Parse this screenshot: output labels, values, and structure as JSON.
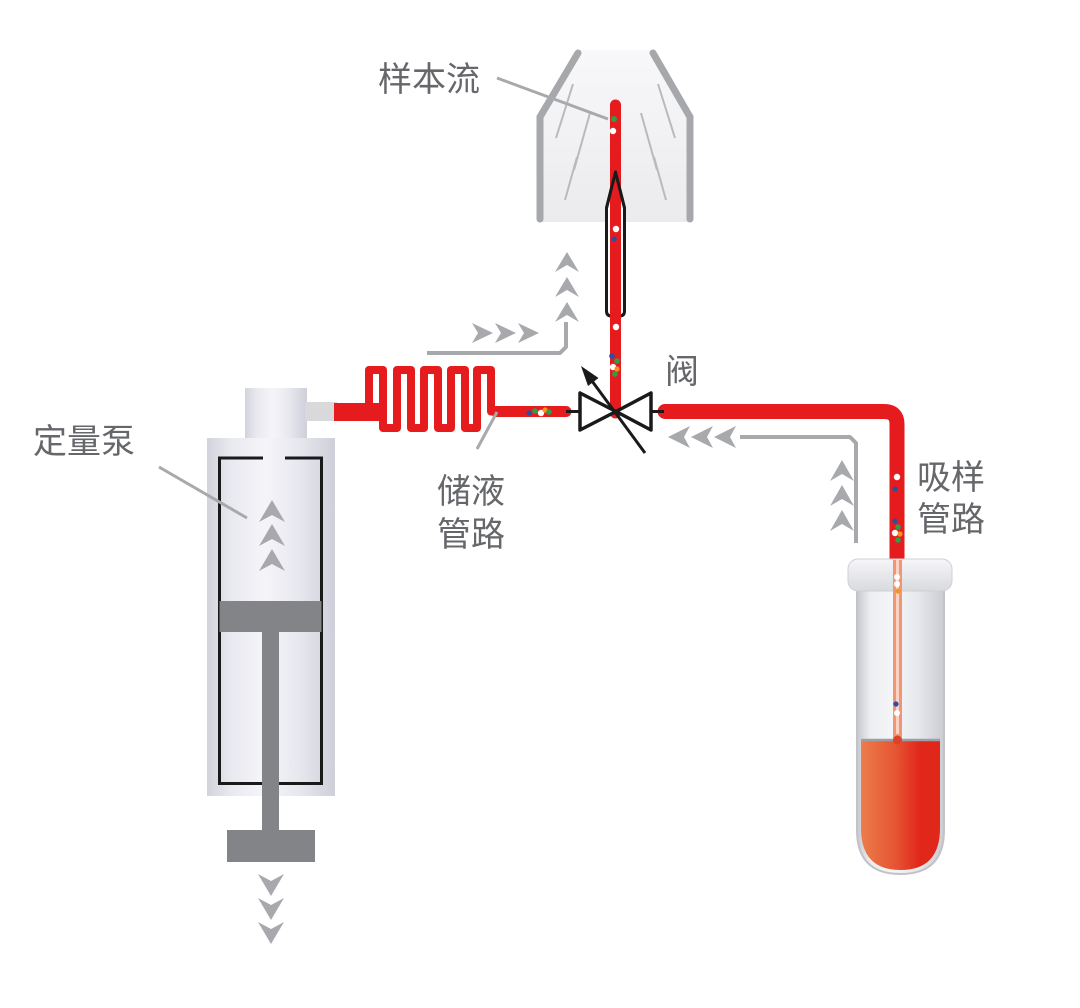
{
  "diagram": {
    "type": "fluidics-schematic",
    "labels": {
      "sample_stream": "样本流",
      "metering_pump": "定量泵",
      "reservoir_line": [
        "储液",
        "管路"
      ],
      "valve": "阀",
      "aspiration_line": [
        "吸样",
        "管路"
      ]
    },
    "components": [
      "flow-cell-nozzle",
      "sample-injector-needle",
      "three-way-valve",
      "reservoir-coil-tubing",
      "metering-syringe-pump",
      "aspiration-tubing",
      "sample-test-tube-with-blood",
      "sample-probe"
    ],
    "flow_arrows": {
      "coil_to_nozzle": "three right arrows then three up arrows (gray guide line)",
      "tube_to_valve": "three up arrows then three left arrows (gray guide line)",
      "pump_piston": "three up arrows inside barrel",
      "pump_plunger": "three down arrows below handle"
    },
    "colors": {
      "tubing_red": "#e61b1e",
      "probe_salmon": "#ef9678",
      "blood_liquid_light": "#ec7c4b",
      "blood_liquid_dark": "#e1261a",
      "arrow_gray": "#a7a9ac",
      "label_gray": "#66676b",
      "outline_black": "#1a1a1a",
      "hardware_gray": "#828487",
      "particle_white": "#ffffff",
      "particle_green": "#2e9e49",
      "particle_blue": "#2b4ea0",
      "particle_orange": "#f7941d"
    }
  }
}
